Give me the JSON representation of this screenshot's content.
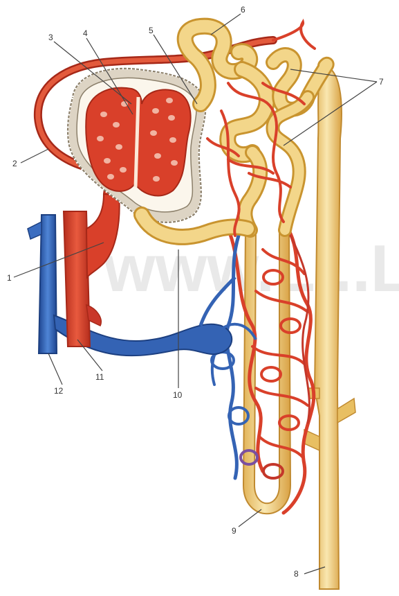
{
  "figure": {
    "top_caption": "",
    "watermark": "www.L...Lab"
  },
  "labels": [
    {
      "id": "1",
      "text": "1"
    },
    {
      "id": "2",
      "text": "2"
    },
    {
      "id": "3",
      "text": "3"
    },
    {
      "id": "4",
      "text": "4"
    },
    {
      "id": "5",
      "text": "5"
    },
    {
      "id": "6",
      "text": "6"
    },
    {
      "id": "7",
      "text": "7"
    },
    {
      "id": "8",
      "text": "8"
    },
    {
      "id": "9",
      "text": "9"
    },
    {
      "id": "10",
      "text": "10"
    },
    {
      "id": "11",
      "text": "11"
    },
    {
      "id": "12",
      "text": "12"
    }
  ],
  "colors": {
    "artery": "#d9402a",
    "artery_dark": "#a62818",
    "vein": "#2f5fb0",
    "vein_dark": "#1c3f80",
    "tubule": "#f1cf7a",
    "tubule_edge": "#c9942f",
    "capsule": "#ddd4c4",
    "leader_line": "#444444"
  }
}
